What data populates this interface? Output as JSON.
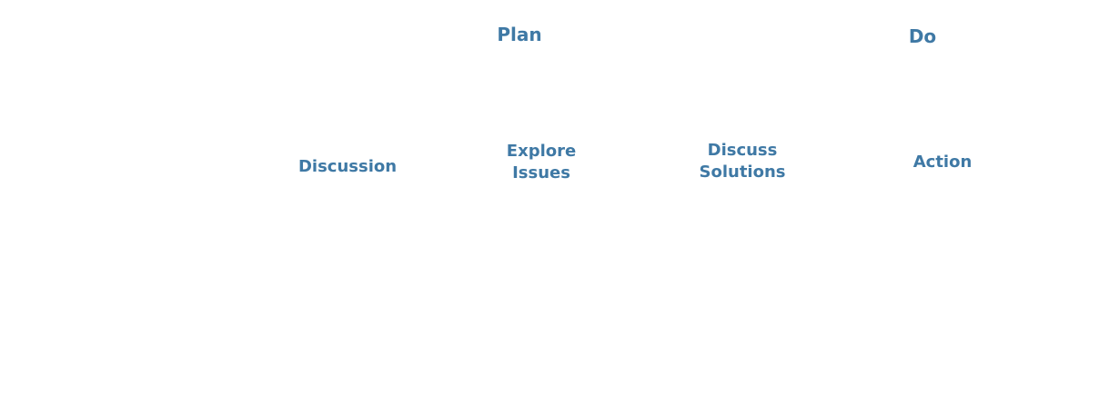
{
  "phases": {
    "plan": "Plan",
    "do": "Do"
  },
  "steps": {
    "discussion": "Discussion",
    "explore_issues": [
      "Explore",
      "Issues"
    ],
    "discuss_solutions": [
      "Discuss",
      "Solutions"
    ],
    "action": "Action"
  },
  "colors": {
    "label": "#3f79a5",
    "background": "#ffffff"
  }
}
